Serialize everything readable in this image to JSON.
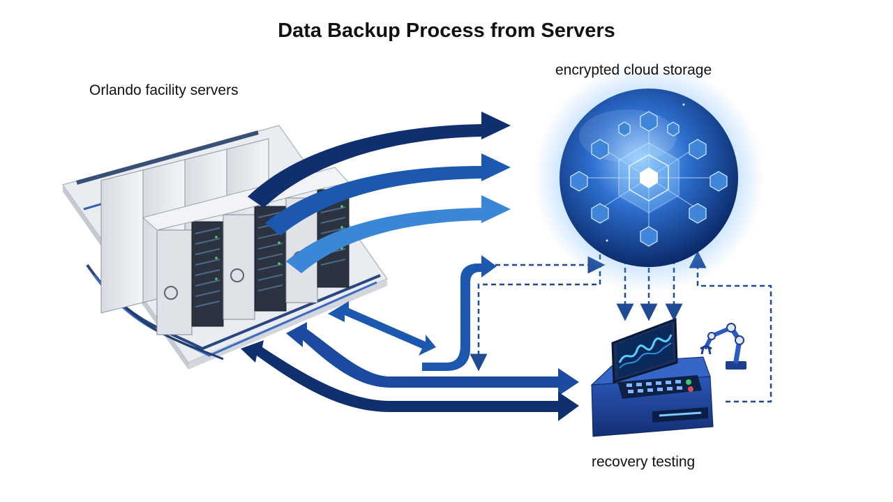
{
  "title": "Data Backup Process from Servers",
  "nodes": {
    "servers": {
      "label": "Orlando facility servers"
    },
    "cloud": {
      "label": "encrypted cloud storage"
    },
    "recovery": {
      "label": "recovery testing"
    }
  },
  "colors": {
    "arrow_dark": "#0f2f6e",
    "arrow_mid": "#1d58b0",
    "arrow_light": "#3b86d6",
    "dashed": "#1f4a94",
    "cloud_glow": "#5aa8ff",
    "rack_light": "#e6e9ee",
    "rack_dark": "#9aa3ad",
    "console": "#1e3f8f",
    "screen": "#0a2a5c"
  },
  "icons": [
    "server-rack-icon",
    "cloud-sphere-icon",
    "hexagon-icon",
    "console-icon",
    "monitor-waveform-icon",
    "robot-arm-icon"
  ]
}
